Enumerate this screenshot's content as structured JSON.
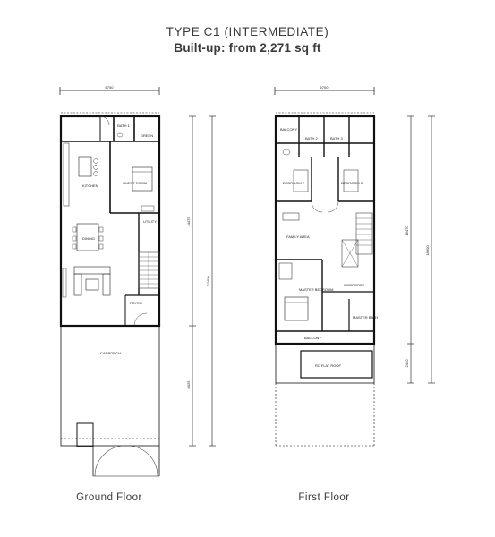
{
  "header": {
    "type_title": "TYPE C1 (INTERMEDIATE)",
    "builtup": "Built-up: from 2,271 sq ft"
  },
  "ground": {
    "caption": "Ground Floor",
    "width_dim": "6700",
    "dim_a": "14475",
    "dim_b": "22400",
    "dim_c": "8025",
    "rooms": {
      "bath1": "BATH 1",
      "green": "GREEN",
      "kitchen": "KITCHEN",
      "guest_room": "GUEST ROOM",
      "utility": "UTILITY",
      "dining": "DINING",
      "foyer": "FOYER",
      "carporch": "CARPORCH"
    }
  },
  "first": {
    "caption": "First Floor",
    "width_dim": "6700",
    "dim_a": "16470",
    "dim_b": "18900",
    "dim_c": "2440",
    "rooms": {
      "balcony_top": "BALCONY",
      "bath2": "BATH 2",
      "bath3": "BATH 3",
      "bedroom2": "BEDROOM 2",
      "bedroom3": "BEDROOM 3",
      "family_area": "FAMILY AREA",
      "master_bedroom": "MASTER BEDROOM",
      "wardrobe": "WARDROBE",
      "master_bath": "MASTER BATH",
      "balcony_bottom": "BALCONY",
      "rc_flat_roof": "RC FLAT ROOF"
    }
  }
}
